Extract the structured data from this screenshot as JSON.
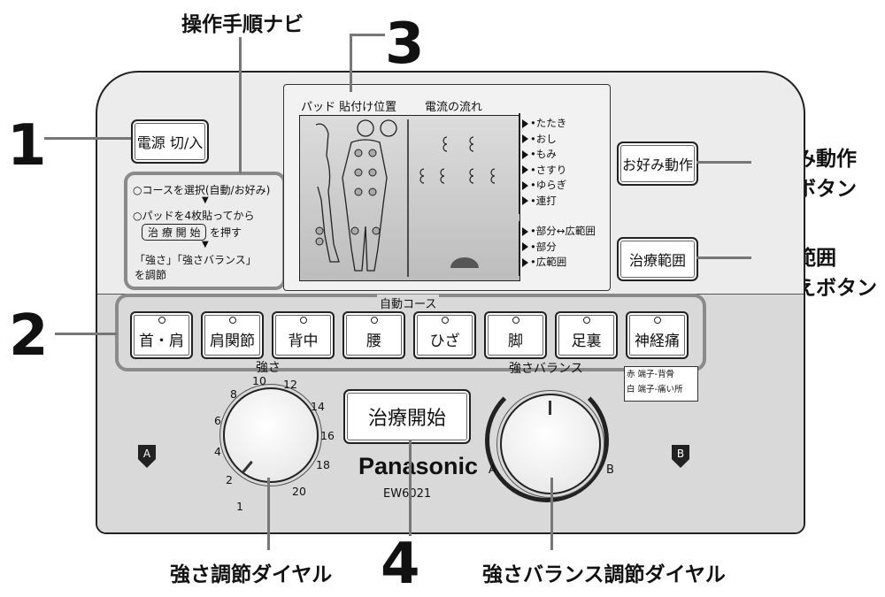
{
  "callouts": {
    "nav_guide": "操作手順ナビ",
    "num1": "1",
    "num2": "2",
    "num3": "3",
    "num4": "4",
    "fav_line1": "お好み動作",
    "fav_line2": "選択ボタン",
    "range_line1": "治療範囲",
    "range_line2": "切替えボタン",
    "strength_dial": "強さ調節ダイヤル",
    "balance_dial": "強さバランス調節ダイヤル"
  },
  "device": {
    "power_button": "電源 切/入",
    "brand": "Panasonic",
    "model": "EW6021",
    "start_button": "治療開始",
    "fav_button": "お好み動作",
    "range_button": "治療範囲",
    "port_a": "A",
    "port_b": "B"
  },
  "navi": {
    "step1": "○コースを選択(自動/お好み)",
    "arrow": "▼",
    "step2": "○パッドを4枚貼ってから",
    "step2_button": "治 療 開 始",
    "step2_suffix": "を押す",
    "step3a": "「強さ」「強さバランス」",
    "step3b": "を調節"
  },
  "lcd": {
    "pad_position": "パッド 貼付け位置",
    "current_flow": "電流の流れ",
    "modes": [
      "•たたき",
      "•おし",
      "•もみ",
      "•さすり",
      "•ゆらぎ",
      "•連打"
    ],
    "ranges": [
      "•部分↔広範囲",
      "•部分",
      "•広範囲"
    ]
  },
  "auto_course": {
    "title": "自動コース",
    "buttons": [
      "首・肩",
      "肩関節",
      "背中",
      "腰",
      "ひざ",
      "脚",
      "足裏",
      "神経痛"
    ]
  },
  "terminal_note": {
    "line1": "赤 端子-背骨",
    "line2": "白 端子-痛い所"
  },
  "strength": {
    "label": "強さ",
    "ticks": [
      "1",
      "2",
      "4",
      "6",
      "8",
      "10",
      "12",
      "14",
      "16",
      "18",
      "20"
    ]
  },
  "balance": {
    "label": "強さバランス",
    "left": "A",
    "right": "B"
  }
}
